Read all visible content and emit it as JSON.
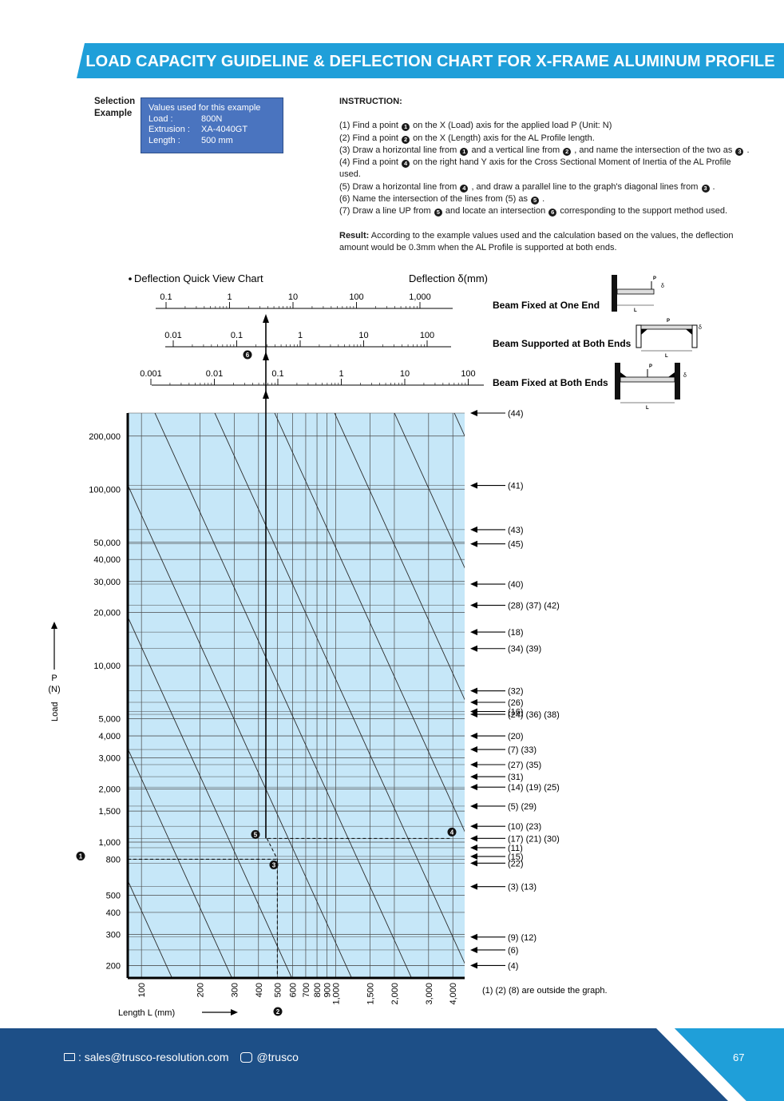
{
  "header": {
    "title": "LOAD CAPACITY GUIDELINE & DEFLECTION CHART FOR X-FRAME ALUMINUM PROFILE"
  },
  "selection": {
    "label": "Selection Example",
    "box_title": "Values used for this example",
    "rows": [
      {
        "key": "Load :",
        "value": "800N"
      },
      {
        "key": "Extrusion :",
        "value": "XA-4040GT"
      },
      {
        "key": "Length :",
        "value": "500 mm"
      }
    ]
  },
  "instruction": {
    "title": "INSTRUCTION:",
    "steps": [
      "(1) Find a point {1} on the X (Load) axis for the applied load P (Unit: N)",
      "(2) Find a point {2} on the X (Length) axis for the AL Profile length.",
      "(3) Draw a horizontal line from {1} and a vertical line from {2} , and name the intersection of the two as {3} .",
      "(4) Find a point {4} on the right hand Y axis for the Cross Sectional Moment of Inertia of the AL Profile used.",
      "(5) Draw a horizontal line from {4} , and draw a parallel line to the graph's diagonal lines from {3} .",
      "(6) Name the intersection of the lines from (5) as {5} .",
      "(7) Draw a line UP from {5} and locate an intersection {6} corresponding to the support method used."
    ],
    "result_label": "Result:",
    "result_text": "According to the example values used and the calculation based on the values, the deflection amount would be 0.3mm when the AL Profile is supported at both ends."
  },
  "chart_data": {
    "type": "nomogram",
    "title": "Deflection Quick View Chart",
    "deflection_title": "Deflection δ(mm)",
    "scales": [
      {
        "name": "Beam Fixed at One End",
        "ticks": [
          "0.1",
          "1",
          "10",
          "100",
          "1,000"
        ]
      },
      {
        "name": "Beam Supported at Both Ends",
        "ticks": [
          "0.01",
          "0.1",
          "1",
          "10",
          "100"
        ]
      },
      {
        "name": "Beam Fixed at Both Ends",
        "ticks": [
          "0.001",
          "0.01",
          "0.1",
          "1",
          "10",
          "100"
        ]
      }
    ],
    "y_axis": {
      "label": "Load",
      "unit_label": "P",
      "unit": "(N)",
      "ticks": [
        "200,000",
        "100,000",
        "50,000",
        "40,000",
        "30,000",
        "20,000",
        "10,000",
        "5,000",
        "4,000",
        "3,000",
        "2,000",
        "1,500",
        "1,000",
        "800",
        "500",
        "400",
        "300",
        "200"
      ],
      "tick_values": [
        200000,
        100000,
        50000,
        40000,
        30000,
        20000,
        10000,
        5000,
        4000,
        3000,
        2000,
        1500,
        1000,
        800,
        500,
        400,
        300,
        200
      ],
      "range": [
        170,
        270000
      ]
    },
    "x_axis": {
      "label": "Length L   (mm)",
      "ticks": [
        "100",
        "200",
        "300",
        "400",
        "500",
        "600",
        "700",
        "800",
        "900",
        "1,000",
        "1,500",
        "2,000",
        "3,000",
        "4,000"
      ],
      "tick_values": [
        100,
        200,
        300,
        400,
        500,
        600,
        700,
        800,
        900,
        1000,
        1500,
        2000,
        3000,
        4000
      ],
      "range": [
        85,
        4600
      ]
    },
    "profile_refs": [
      {
        "label": "(44)",
        "value": 270000
      },
      {
        "label": "(41)",
        "value": 105000
      },
      {
        "label": "(43)",
        "value": 59000
      },
      {
        "label": "(45)",
        "value": 49000
      },
      {
        "label": "(40)",
        "value": 29000
      },
      {
        "label": "(28) (37) (42)",
        "value": 22000
      },
      {
        "label": "(18)",
        "value": 15500
      },
      {
        "label": "(34) (39)",
        "value": 12500
      },
      {
        "label": "(32)",
        "value": 7200
      },
      {
        "label": "(26)",
        "value": 6200
      },
      {
        "label": "(16)",
        "value": 5500
      },
      {
        "label": "(24) (36) (38)",
        "value": 5300
      },
      {
        "label": "(20)",
        "value": 4000
      },
      {
        "label": "(7) (33)",
        "value": 3350
      },
      {
        "label": "(27) (35)",
        "value": 2750
      },
      {
        "label": "(31)",
        "value": 2350
      },
      {
        "label": "(14) (19) (25)",
        "value": 2050
      },
      {
        "label": "(5) (29)",
        "value": 1600
      },
      {
        "label": "(10) (23)",
        "value": 1230
      },
      {
        "label": "(17) (21) (30)",
        "value": 1050
      },
      {
        "label": "(11)",
        "value": 930
      },
      {
        "label": "(15)",
        "value": 830
      },
      {
        "label": "(22)",
        "value": 760
      },
      {
        "label": "(3) (13)",
        "value": 560
      },
      {
        "label": "(9) (12)",
        "value": 290
      },
      {
        "label": "(6)",
        "value": 245
      },
      {
        "label": "(4)",
        "value": 200
      }
    ],
    "outside_note": "(1) (2) (8) are outside the graph.",
    "example": {
      "load": 800,
      "length": 500,
      "deflection": 0.3,
      "marker_labels": [
        "1",
        "2",
        "3",
        "4",
        "5",
        "6"
      ]
    }
  },
  "footer": {
    "email": ": sales@trusco-resolution.com",
    "line_id": "@trusco",
    "page": "67"
  },
  "colors": {
    "banner": "#1f9fd9",
    "footer": "#1d4f87",
    "footer_accent": "#1f9fd9",
    "chart_fill": "#c6e7f8",
    "box": "#4a74bf"
  }
}
